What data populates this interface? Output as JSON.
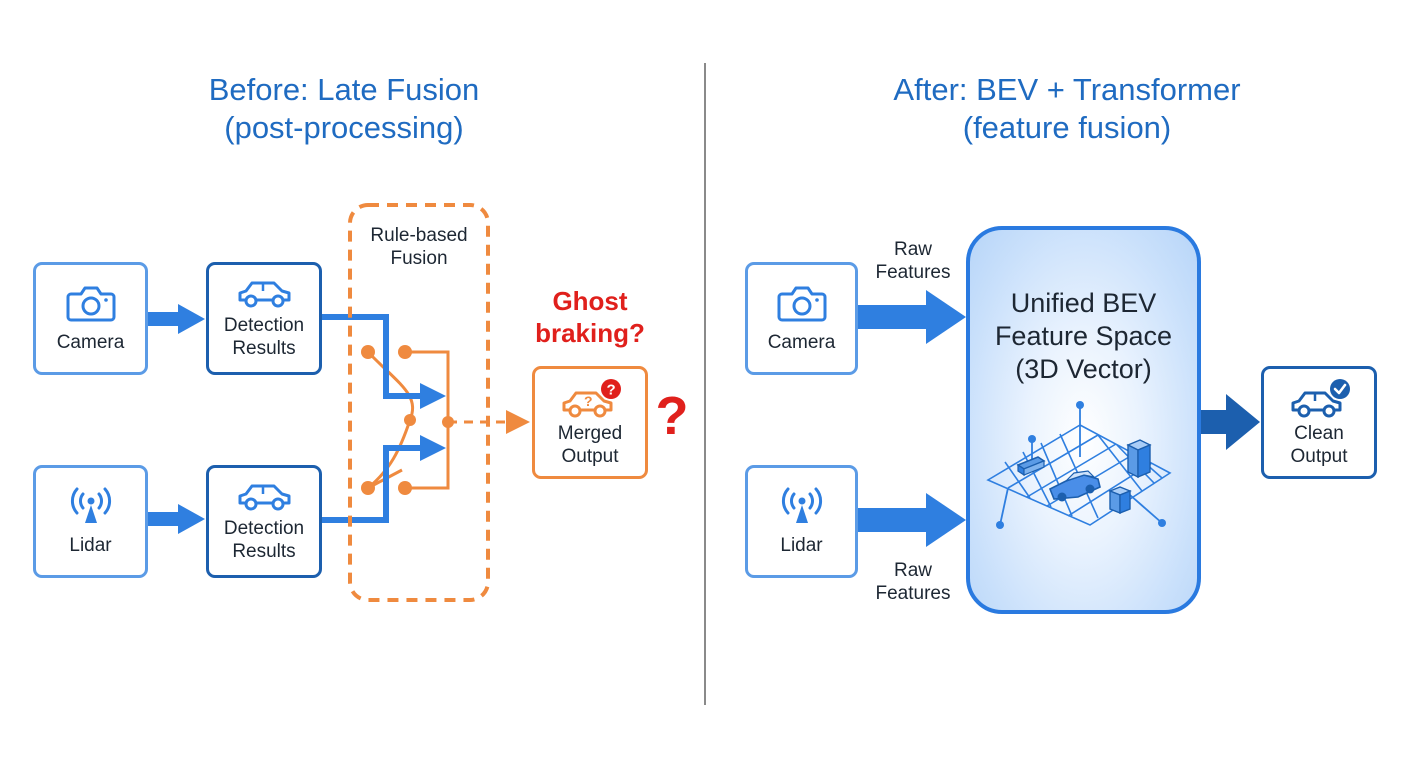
{
  "left": {
    "title_line1": "Before: Late Fusion",
    "title_line2": "(post-processing)",
    "camera_label": "Camera",
    "lidar_label": "Lidar",
    "detection_top_line1": "Detection",
    "detection_top_line2": "Results",
    "detection_bottom_line1": "Detection",
    "detection_bottom_line2": "Results",
    "fusion_line1": "Rule-based",
    "fusion_line2": "Fusion",
    "ghost_line1": "Ghost",
    "ghost_line2": "braking?",
    "merged_line1": "Merged",
    "merged_line2": "Output",
    "question_mark": "?"
  },
  "right": {
    "title_line1": "After: BEV + Transformer",
    "title_line2": "(feature fusion)",
    "camera_label": "Camera",
    "lidar_label": "Lidar",
    "raw_top_line1": "Raw",
    "raw_top_line2": "Features",
    "raw_bottom_line1": "Raw",
    "raw_bottom_line2": "Features",
    "bev_line1": "Unified BEV",
    "bev_line2": "Feature Space",
    "bev_line3": "(3D Vector)",
    "clean_line1": "Clean",
    "clean_line2": "Output"
  },
  "colors": {
    "title_blue": "#1f6bc1",
    "light_blue": "#5b9be6",
    "dark_blue": "#1c5fae",
    "orange": "#ef8a3f",
    "alert_red": "#e0201c",
    "divider": "#8a8a8a"
  },
  "icons": {
    "camera": "camera-icon",
    "lidar": "lidar-antenna-icon",
    "car": "car-icon",
    "question_car": "car-question-icon",
    "check_car": "car-check-icon",
    "bev_scene": "bev-grid-scene-icon"
  }
}
